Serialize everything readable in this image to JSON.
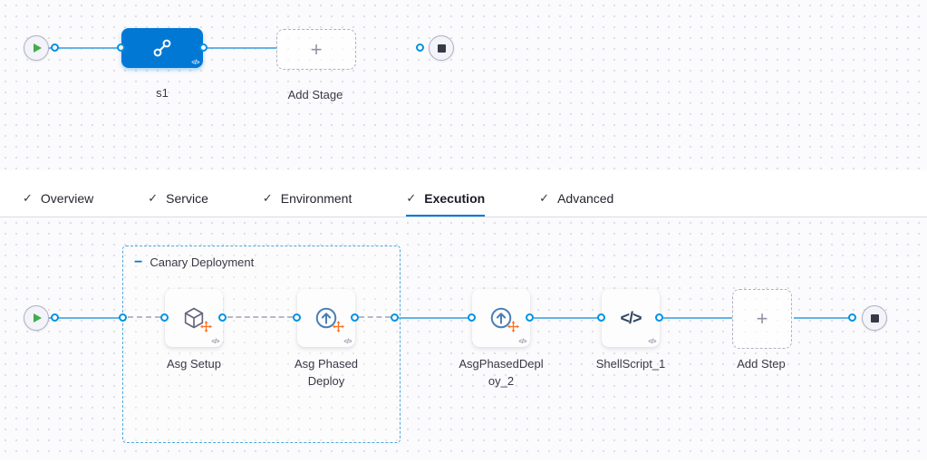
{
  "stage_graph": {
    "stage": {
      "label": "s1"
    },
    "add_stage": {
      "label": "Add Stage"
    }
  },
  "tabs": [
    {
      "label": "Overview",
      "checked": true,
      "active": false
    },
    {
      "label": "Service",
      "checked": true,
      "active": false
    },
    {
      "label": "Environment",
      "checked": true,
      "active": false
    },
    {
      "label": "Execution",
      "checked": true,
      "active": true
    },
    {
      "label": "Advanced",
      "checked": true,
      "active": false
    }
  ],
  "execution_graph": {
    "group": {
      "label": "Canary Deployment"
    },
    "steps": [
      {
        "label": "Asg Setup",
        "icon": "asg-setup-icon"
      },
      {
        "label": "Asg Phased Deploy",
        "icon": "asg-phased-deploy-icon"
      },
      {
        "label": "AsgPhasedDeploy_2",
        "icon": "asg-phased-deploy-icon"
      },
      {
        "label": "ShellScript_1",
        "icon": "shell-script-icon"
      }
    ],
    "add_step": {
      "label": "Add Step"
    }
  },
  "glyphs": {
    "check": "✓",
    "plus": "+",
    "minus": "−",
    "code_badge": "</>",
    "shell_script": "</>"
  },
  "colors": {
    "accent_blue": "#0278d5",
    "connector_blue": "#5fb5e6",
    "success_green": "#3fae49",
    "warning_orange": "#ff7020"
  }
}
